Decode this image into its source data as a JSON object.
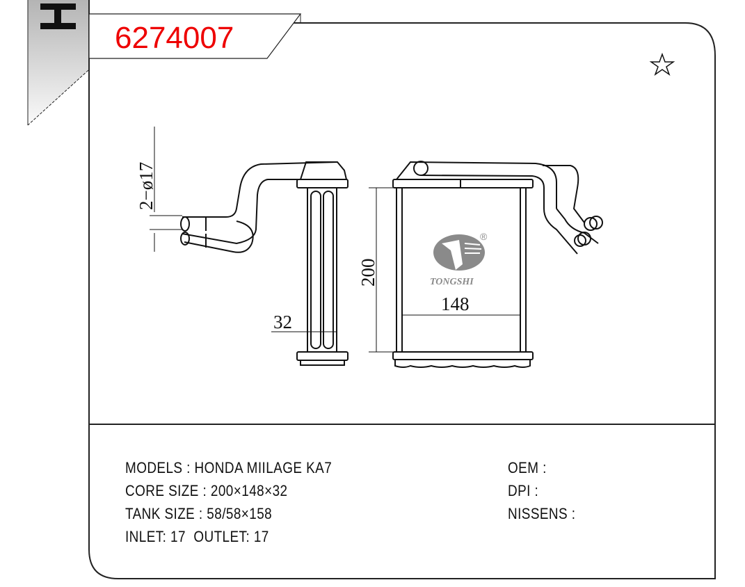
{
  "header": {
    "tab_letter": "H",
    "part_number": "6274007",
    "part_number_color": "#ee0000",
    "favorite_icon": "star-outline-icon"
  },
  "drawing": {
    "dim_pipe": "2−ø17",
    "dim_thickness": "32",
    "dim_height": "200",
    "dim_width": "148",
    "logo_text": "TONGSHI",
    "logo_mark": "®"
  },
  "specs": {
    "models": "MODELS : HONDA MIILAGE KA7",
    "core_size": "CORE SIZE : 200×148×32",
    "tank_size": "TANK SIZE : 58/58×158",
    "inlet_outlet": "INLET: 17  OUTLET: 17",
    "oem": "OEM :",
    "dpi": "DPI :",
    "nissens": "NISSENS :"
  }
}
